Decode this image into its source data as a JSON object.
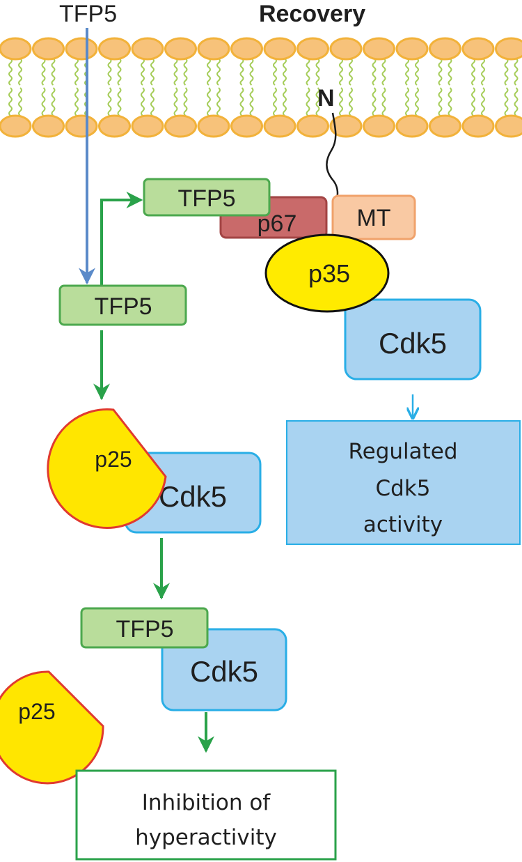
{
  "header": {
    "left_label": "TFP5",
    "title": "Recovery"
  },
  "membrane": {
    "n_terminus": "N"
  },
  "right_path": {
    "tfp5": "TFP5",
    "p67": "p67",
    "mt": "MT",
    "p35": "p35",
    "cdk5": "Cdk5",
    "outcome": [
      "Regulated",
      "Cdk5",
      "activity"
    ]
  },
  "left_path": {
    "tfp5_entry": "TFP5",
    "p25_complex_p25": "p25",
    "p25_complex_cdk5": "Cdk5",
    "tfp5_complex_tfp5": "TFP5",
    "tfp5_complex_cdk5": "Cdk5",
    "free_p25": "p25",
    "outcome": [
      "Inhibition of",
      "hyperactivity"
    ]
  },
  "colors": {
    "lipid_head": "#f7c27a",
    "lipid_head_stroke": "#f2b23a",
    "lipid_tail": "#a6cd5a",
    "tfp5_fill": "#b9dd9b",
    "tfp5_stroke": "#4ca84e",
    "p67_fill": "#c96a6a",
    "p67_stroke": "#a24444",
    "mt_fill": "#f9c9a3",
    "mt_stroke": "#f0a26b",
    "p35_fill": "#ffeb00",
    "cdk5_fill": "#a9d3f1",
    "cdk5_stroke": "#29aee6",
    "p25_fill": "#ffe600",
    "p25_stroke": "#e03a30",
    "green_arrow": "#2aa24a",
    "blue_arrow": "#5b8ac9",
    "cyan_arrow": "#29aee6",
    "outcome_green_stroke": "#2aa24a"
  }
}
